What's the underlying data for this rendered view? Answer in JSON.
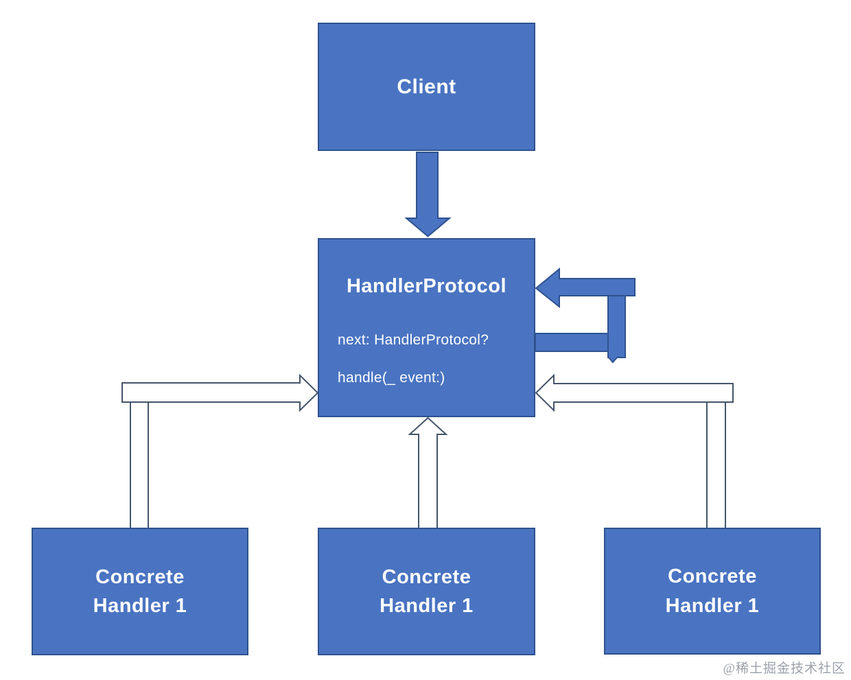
{
  "nodes": {
    "client": {
      "label": "Client"
    },
    "handler": {
      "title": "HandlerProtocol",
      "members": [
        "next: HandlerProtocol?",
        "handle(_ event:)"
      ]
    },
    "concrete_left": {
      "line1": "Concrete",
      "line2": "Handler 1"
    },
    "concrete_middle": {
      "line1": "Concrete",
      "line2": "Handler 1"
    },
    "concrete_right": {
      "line1": "Concrete",
      "line2": "Handler 1"
    }
  },
  "watermark": "@稀土掘金技术社区",
  "colors": {
    "node_fill": "#4A74C2",
    "node_border": "#2F528F",
    "outline_arrow_stroke": "#44546A",
    "node_text": "#FFFFFF",
    "watermark_text": "#9BA1AB",
    "background": "#FFFFFF"
  }
}
